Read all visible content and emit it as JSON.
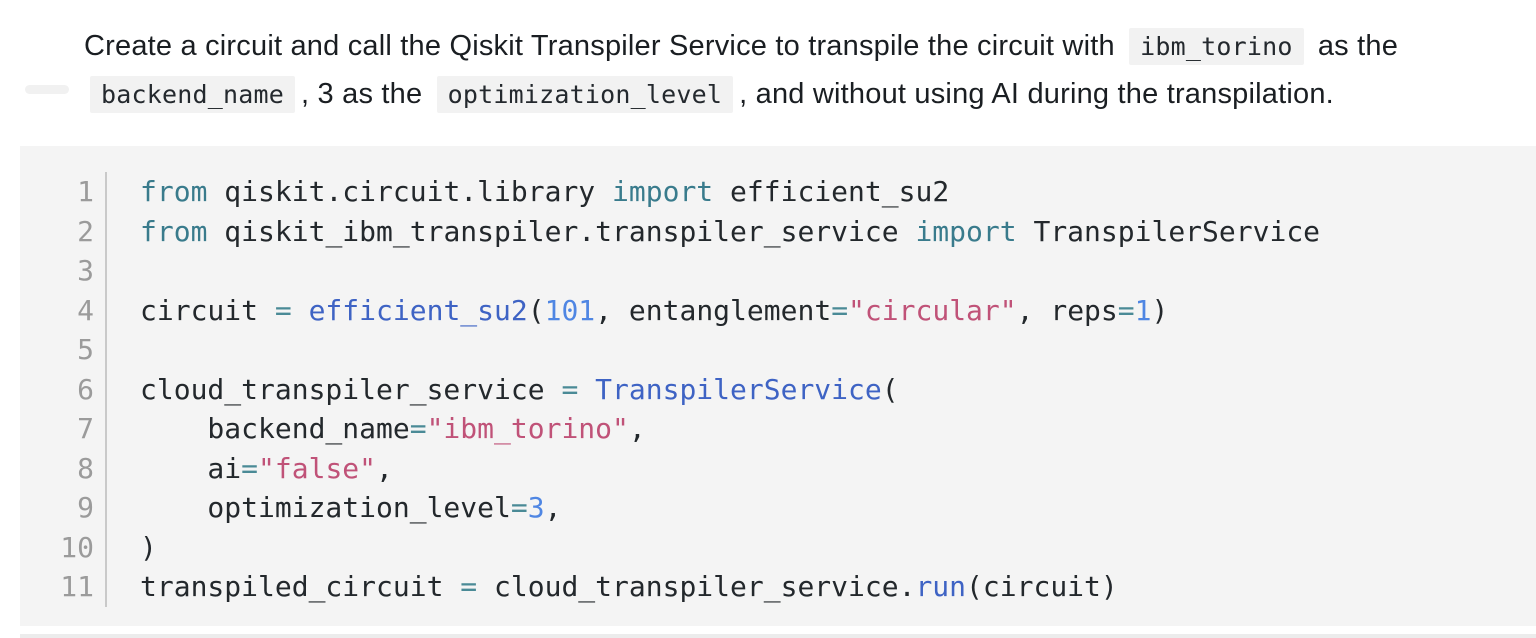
{
  "prompt": {
    "lines": [
      {
        "segments": [
          {
            "type": "text",
            "text": "Create a circuit and call the Qiskit Transpiler Service to transpile the circuit with"
          },
          {
            "type": "code",
            "text": "ibm_torino"
          },
          {
            "type": "text",
            "text": "as the"
          }
        ]
      },
      {
        "segments": [
          {
            "type": "code",
            "text": "backend_name"
          },
          {
            "type": "text",
            "text": ", 3 as the"
          },
          {
            "type": "code",
            "text": "optimization_level"
          },
          {
            "type": "text",
            "text": ", and without using AI during the transpilation."
          }
        ]
      }
    ]
  },
  "code_block": {
    "language": "python",
    "background": "#f4f4f4",
    "colors": {
      "keyword": "#397b8c",
      "operator": "#4a8a96",
      "function": "#3e63c4",
      "number": "#4f86e3",
      "string": "#c05278",
      "plain": "#23282c",
      "linenum": "#9b9b9b",
      "codebg": "#f4f4f4",
      "chipbg": "#f2f2f2",
      "promptcolor": "#1a1e22"
    },
    "lines": [
      {
        "number": "1",
        "tokens": [
          {
            "t": "keyword",
            "v": "from"
          },
          {
            "t": "plain",
            "v": " qiskit.circuit.library "
          },
          {
            "t": "keyword",
            "v": "import"
          },
          {
            "t": "plain",
            "v": " efficient_su2"
          }
        ]
      },
      {
        "number": "2",
        "tokens": [
          {
            "t": "keyword",
            "v": "from"
          },
          {
            "t": "plain",
            "v": " qiskit_ibm_transpiler.transpiler_service "
          },
          {
            "t": "keyword",
            "v": "import"
          },
          {
            "t": "plain",
            "v": " TranspilerService"
          }
        ]
      },
      {
        "number": "3",
        "tokens": []
      },
      {
        "number": "4",
        "tokens": [
          {
            "t": "plain",
            "v": "circuit "
          },
          {
            "t": "operator",
            "v": "="
          },
          {
            "t": "plain",
            "v": " "
          },
          {
            "t": "function",
            "v": "efficient_su2"
          },
          {
            "t": "plain",
            "v": "("
          },
          {
            "t": "number",
            "v": "101"
          },
          {
            "t": "plain",
            "v": ", entanglement"
          },
          {
            "t": "operator",
            "v": "="
          },
          {
            "t": "string",
            "v": "\"circular\""
          },
          {
            "t": "plain",
            "v": ", reps"
          },
          {
            "t": "operator",
            "v": "="
          },
          {
            "t": "number",
            "v": "1"
          },
          {
            "t": "plain",
            "v": ")"
          }
        ]
      },
      {
        "number": "5",
        "tokens": []
      },
      {
        "number": "6",
        "tokens": [
          {
            "t": "plain",
            "v": "cloud_transpiler_service "
          },
          {
            "t": "operator",
            "v": "="
          },
          {
            "t": "plain",
            "v": " "
          },
          {
            "t": "function",
            "v": "TranspilerService"
          },
          {
            "t": "plain",
            "v": "("
          }
        ]
      },
      {
        "number": "7",
        "tokens": [
          {
            "t": "plain",
            "v": "    backend_name"
          },
          {
            "t": "operator",
            "v": "="
          },
          {
            "t": "string",
            "v": "\"ibm_torino\""
          },
          {
            "t": "plain",
            "v": ","
          }
        ]
      },
      {
        "number": "8",
        "tokens": [
          {
            "t": "plain",
            "v": "    ai"
          },
          {
            "t": "operator",
            "v": "="
          },
          {
            "t": "string",
            "v": "\"false\""
          },
          {
            "t": "plain",
            "v": ","
          }
        ]
      },
      {
        "number": "9",
        "tokens": [
          {
            "t": "plain",
            "v": "    optimization_level"
          },
          {
            "t": "operator",
            "v": "="
          },
          {
            "t": "number",
            "v": "3"
          },
          {
            "t": "plain",
            "v": ","
          }
        ]
      },
      {
        "number": "10",
        "tokens": [
          {
            "t": "plain",
            "v": ")"
          }
        ]
      },
      {
        "number": "11",
        "tokens": [
          {
            "t": "plain",
            "v": "transpiled_circuit "
          },
          {
            "t": "operator",
            "v": "="
          },
          {
            "t": "plain",
            "v": " cloud_transpiler_service."
          },
          {
            "t": "function",
            "v": "run"
          },
          {
            "t": "plain",
            "v": "(circuit)"
          }
        ]
      }
    ]
  }
}
